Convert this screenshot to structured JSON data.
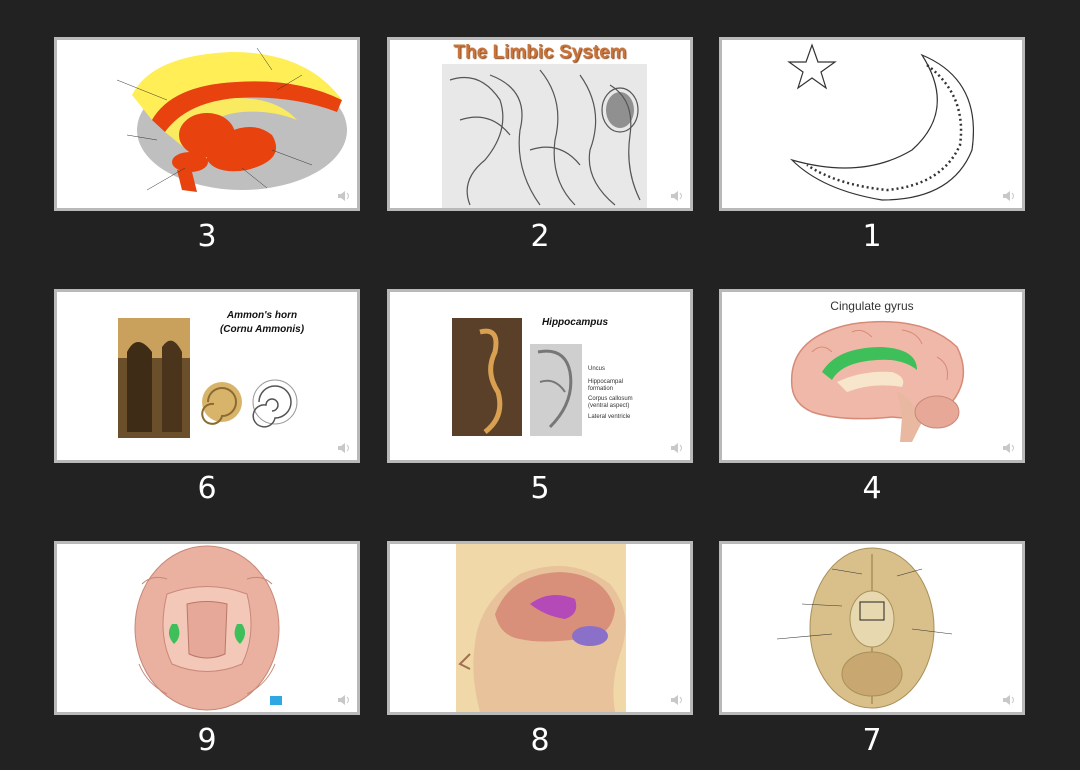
{
  "slides": [
    {
      "number": "3",
      "kind": "limbic-diagram"
    },
    {
      "number": "2",
      "title": "The Limbic System",
      "title_color": "#c8743a",
      "kind": "sketch"
    },
    {
      "number": "1",
      "kind": "crescent"
    },
    {
      "number": "6",
      "title_line1": "Ammon's horn",
      "title_line2": "(Cornu Ammonis)",
      "kind": "ammon"
    },
    {
      "number": "5",
      "title": "Hippocampus",
      "labels": [
        "Uncus",
        "Hippocampal formation",
        "Corpus callosum (ventral aspect)",
        "Lateral ventricle"
      ],
      "kind": "hippocampus"
    },
    {
      "number": "4",
      "title": "Cingulate gyrus",
      "kind": "cingulate"
    },
    {
      "number": "9",
      "kind": "brain-top"
    },
    {
      "number": "8",
      "kind": "head-side"
    },
    {
      "number": "7",
      "kind": "brain-base"
    }
  ],
  "colors": {
    "background": "#222222",
    "slide_border": "#b9b9b9",
    "number_text": "#ffffff",
    "limbic_red": "#e8420e",
    "limbic_yellow": "#ffee55",
    "cingulate_green": "#3fbf5a"
  },
  "icons": {
    "speaker": "speaker-icon"
  }
}
